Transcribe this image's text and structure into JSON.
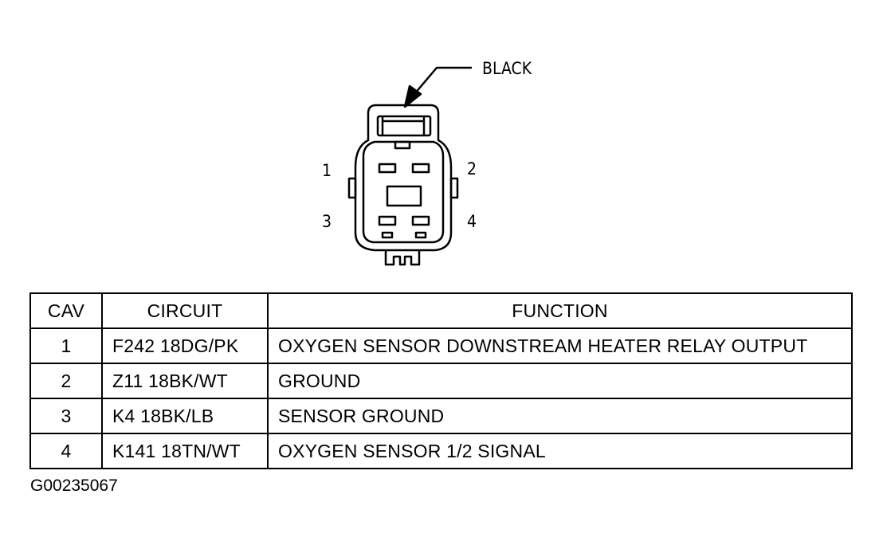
{
  "connector": {
    "color_label": "BLACK",
    "pin_labels": [
      "1",
      "2",
      "3",
      "4"
    ]
  },
  "table": {
    "headers": {
      "cav": "CAV",
      "circuit": "CIRCUIT",
      "function": "FUNCTION"
    },
    "rows": [
      {
        "cav": "1",
        "circuit": "F242 18DG/PK",
        "function": "OXYGEN SENSOR DOWNSTREAM HEATER RELAY OUTPUT"
      },
      {
        "cav": "2",
        "circuit": "Z11 18BK/WT",
        "function": "GROUND"
      },
      {
        "cav": "3",
        "circuit": "K4 18BK/LB",
        "function": "SENSOR GROUND"
      },
      {
        "cav": "4",
        "circuit": "K141 18TN/WT",
        "function": "OXYGEN SENSOR 1/2 SIGNAL"
      }
    ]
  },
  "figure_id": "G00235067"
}
